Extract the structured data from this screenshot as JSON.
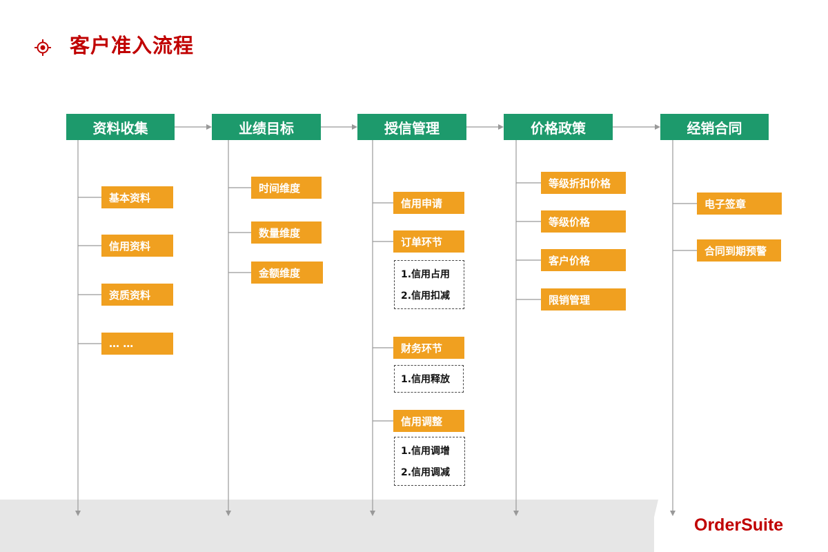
{
  "title": "客户准入流程",
  "brand": "OrderSuite",
  "columns": [
    {
      "header": "资料收集",
      "items": [
        "基本资料",
        "信用资料",
        "资质资料",
        "… …"
      ]
    },
    {
      "header": "业绩目标",
      "items": [
        "时间维度",
        "数量维度",
        "金额维度"
      ]
    },
    {
      "header": "授信管理",
      "items": [
        "信用申请",
        "订单环节",
        "财务环节",
        "信用调整"
      ],
      "notes": [
        {
          "after": "订单环节",
          "lines": [
            "1.信用占用",
            "2.信用扣减"
          ]
        },
        {
          "after": "财务环节",
          "lines": [
            "1.信用释放"
          ]
        },
        {
          "after": "信用调整",
          "lines": [
            "1.信用调增",
            "2.信用调减"
          ]
        }
      ]
    },
    {
      "header": "价格政策",
      "items": [
        "等级折扣价格",
        "等级价格",
        "客户价格",
        "限销管理"
      ]
    },
    {
      "header": "经销合同",
      "items": [
        "电子签章",
        "合同到期预警"
      ]
    }
  ],
  "colors": {
    "header": "#1d9a6c",
    "item": "#f0a020",
    "title": "#c00000",
    "line": "#999999"
  }
}
